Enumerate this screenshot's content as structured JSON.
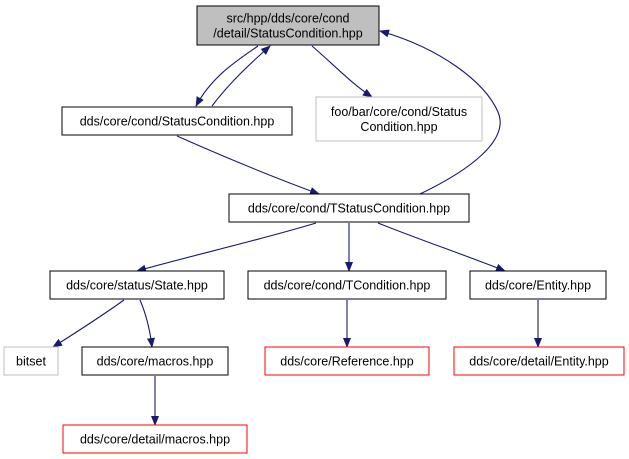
{
  "diagram": {
    "colors": {
      "edge": "#191970",
      "border_default": "#000000",
      "border_external": "#bfbfbf",
      "border_incomplete": "#ff0000",
      "fill_root": "#bfbfbf",
      "fill_default": "#ffffff",
      "text": "#000000"
    },
    "nodes": {
      "root": {
        "lines": [
          "src/hpp/dds/core/cond",
          "/detail/StatusCondition.hpp"
        ],
        "kind": "root"
      },
      "status_condition": {
        "lines": [
          "dds/core/cond/StatusCondition.hpp"
        ],
        "kind": "default"
      },
      "foo_bar": {
        "lines": [
          "foo/bar/core/cond/Status",
          "Condition.hpp"
        ],
        "kind": "external"
      },
      "tstatus_condition": {
        "lines": [
          "dds/core/cond/TStatusCondition.hpp"
        ],
        "kind": "default"
      },
      "state": {
        "lines": [
          "dds/core/status/State.hpp"
        ],
        "kind": "default"
      },
      "tcondition": {
        "lines": [
          "dds/core/cond/TCondition.hpp"
        ],
        "kind": "default"
      },
      "entity": {
        "lines": [
          "dds/core/Entity.hpp"
        ],
        "kind": "default"
      },
      "bitset": {
        "lines": [
          "bitset"
        ],
        "kind": "external"
      },
      "macros": {
        "lines": [
          "dds/core/macros.hpp"
        ],
        "kind": "default"
      },
      "reference": {
        "lines": [
          "dds/core/Reference.hpp"
        ],
        "kind": "incomplete"
      },
      "detail_entity": {
        "lines": [
          "dds/core/detail/Entity.hpp"
        ],
        "kind": "incomplete"
      },
      "detail_macros": {
        "lines": [
          "dds/core/detail/macros.hpp"
        ],
        "kind": "incomplete"
      }
    },
    "edges": [
      {
        "from": "root",
        "to": "status_condition"
      },
      {
        "from": "status_condition",
        "to": "root"
      },
      {
        "from": "root",
        "to": "foo_bar"
      },
      {
        "from": "status_condition",
        "to": "tstatus_condition"
      },
      {
        "from": "tstatus_condition",
        "to": "root"
      },
      {
        "from": "tstatus_condition",
        "to": "state"
      },
      {
        "from": "tstatus_condition",
        "to": "tcondition"
      },
      {
        "from": "tstatus_condition",
        "to": "entity"
      },
      {
        "from": "state",
        "to": "bitset"
      },
      {
        "from": "state",
        "to": "macros"
      },
      {
        "from": "tcondition",
        "to": "reference"
      },
      {
        "from": "entity",
        "to": "detail_entity"
      },
      {
        "from": "macros",
        "to": "detail_macros"
      }
    ]
  }
}
